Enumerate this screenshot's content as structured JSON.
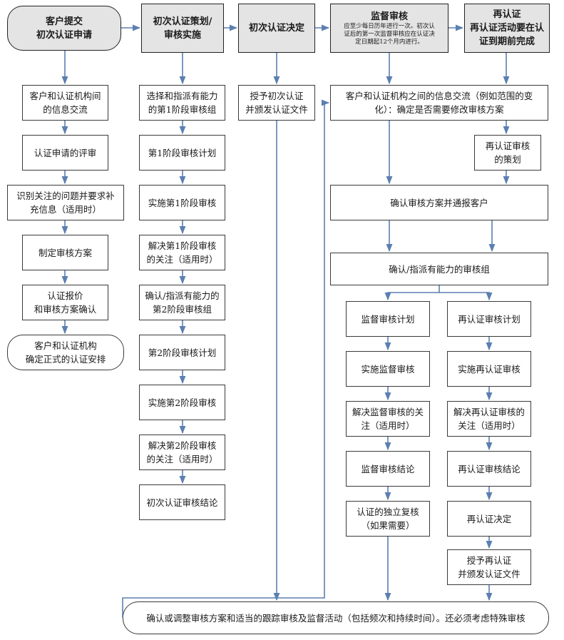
{
  "headers": {
    "apply": "客户提交\n初次认证申请",
    "plan": "初次认证策划/\n审核实施",
    "decision": "初次认证决定",
    "surveillance_title": "监督审核",
    "surveillance_note": "应至少每日历年进行一次。初次认\n证后的第一次监督审核应在认证决\n定日期起12个月内进行。",
    "recert": "再认证\n再认证活动要在认\n证到期前完成"
  },
  "col1": [
    "客户和认证机构间\n的信息交流",
    "认证申请的评审",
    "识别关注的问题并要求补\n充信息（适用时）",
    "制定审核方案",
    "认证报价\n和审核方案确认",
    "客户和认证机构\n确定正式的认证安排"
  ],
  "col2": [
    "选择和指派有能力\n的第1阶段审核组",
    "第1阶段审核计划",
    "实施第1阶段审核",
    "解决第1阶段审核\n的关注（适用时）",
    "确认/指派有能力的\n第2阶段审核组",
    "第2阶段审核计划",
    "实施第2阶段审核",
    "解决第2阶段审核\n的关注（适用时）",
    "初次认证审核结论"
  ],
  "col3": [
    "授予初次认证\n并颁发认证文件"
  ],
  "shared": {
    "info_exchange": "客户和认证机构之间的信息交流（例如范围的变\n化）：确定是否需要修改审核方案",
    "recert_planning": "再认证审核\n的策划",
    "confirm_program": "确认审核方案并通报客户",
    "confirm_team": "确认/指派有能力的审核组"
  },
  "col4": [
    "监督审核计划",
    "实施监督审核",
    "解决监督审核的关\n注（适用时）",
    "监督审核结论",
    "认证的独立复核\n（如果需要）"
  ],
  "col5": [
    "再认证审核计划",
    "实施再认证审核",
    "解决再认证审核的\n关注（适用时）",
    "再认证审核结论",
    "再认证决定",
    "授予再认证\n并颁发认证文件"
  ],
  "bottom": "确认或调整审核方案和适当的跟踪审核及监督活动（包括频次和持续时间）。还必须考虑特殊审核",
  "colors": {
    "line": "#5b7fb0",
    "header_fill": "#e4e4e4",
    "border": "#3a3a3a"
  }
}
